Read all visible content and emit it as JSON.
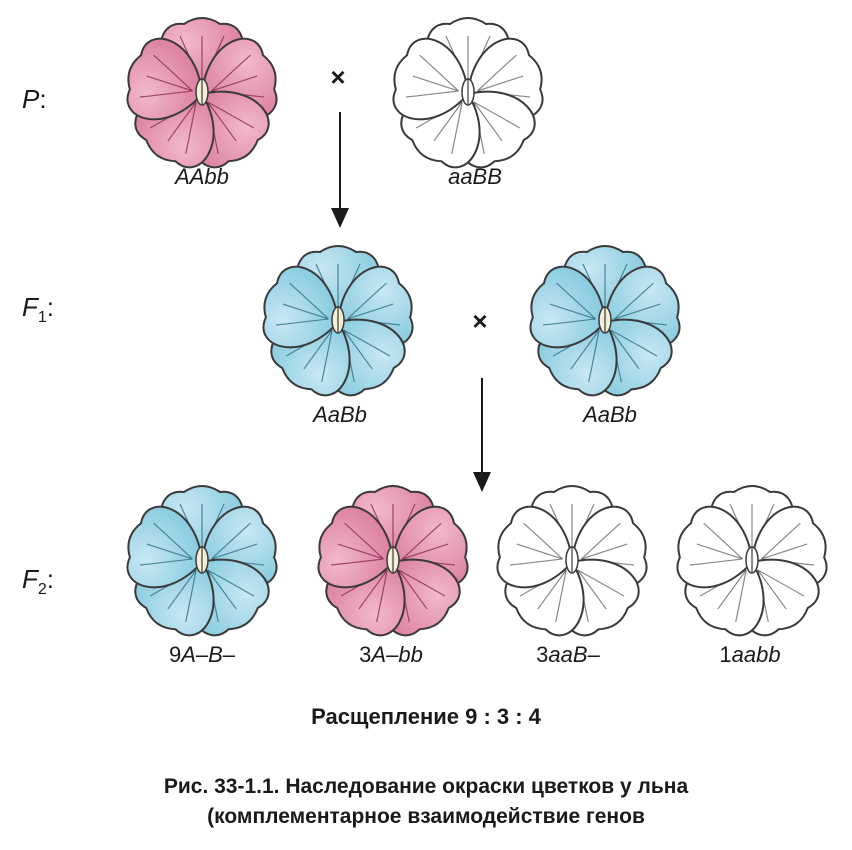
{
  "generations": {
    "p": {
      "letter": "P",
      "suffix": ":"
    },
    "f1": {
      "letter": "F",
      "sub": "1",
      "suffix": ":"
    },
    "f2": {
      "letter": "F",
      "sub": "2",
      "suffix": ":"
    }
  },
  "cross_symbol": "×",
  "parents": [
    {
      "genotype": "AAbb",
      "color": "pink"
    },
    {
      "genotype": "aaBB",
      "color": "white"
    }
  ],
  "f1": [
    {
      "genotype": "AaBb",
      "color": "blue"
    },
    {
      "genotype": "AaBb",
      "color": "blue"
    }
  ],
  "f2": [
    {
      "count": "9",
      "genotype": "A–B–",
      "color": "blue"
    },
    {
      "count": "3",
      "genotype": "A–bb",
      "color": "pink"
    },
    {
      "count": "3",
      "genotype": "aaB–",
      "color": "white"
    },
    {
      "count": "1",
      "genotype": "aabb",
      "color": "white"
    }
  ],
  "ratio_text": "Расщепление 9 : 3 : 4",
  "caption": {
    "line1": "Рис. 33-1.1. Наследование окраски цветков у льна",
    "line2": "(комплементарное взаимодействие генов"
  },
  "palette": {
    "pink": {
      "petal": "#d9789b",
      "light": "#f2b9cc",
      "vein": "#8a2c50",
      "stem": "#4d6fa3"
    },
    "blue": {
      "petal": "#7fc8dc",
      "light": "#c8e7f3",
      "vein": "#2f6f86",
      "stem": "#c9cf72"
    },
    "white": {
      "petal": "#ffffff",
      "light": "#ffffff",
      "vein": "#6a6a6a",
      "stem": "#7a7a7a"
    }
  }
}
